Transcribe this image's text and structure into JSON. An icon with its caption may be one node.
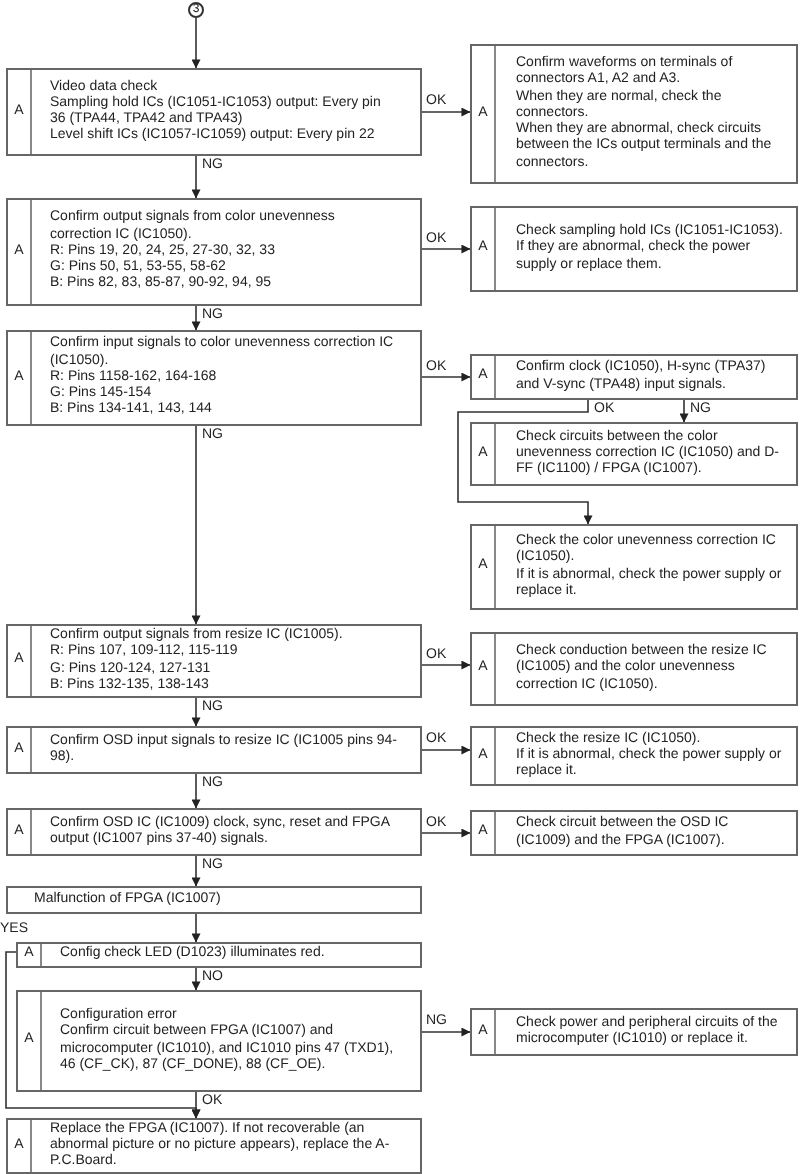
{
  "diagram": {
    "nodes": [
      {
        "text": [
          "3"
        ]
      },
      {
        "text": [
          "A",
          "Video data check",
          "Sampling hold ICs (IC1051-IC1053) output: Every pin 36 (TPA44, TPA42 and TPA43)",
          "Level shift ICs (IC1057-IC1059) output: Every pin 22"
        ]
      },
      {
        "text": [
          "A",
          "Confirm waveforms on terminals of connectors A1, A2 and A3.",
          "When they are normal, check the connectors.",
          "When they are abnormal, check circuits between the ICs output terminals and the connectors."
        ]
      },
      {
        "text": [
          "A",
          "Confirm output signals from color unevenness correction IC (IC1050).",
          "R: Pins 19, 20, 24, 25, 27-30, 32, 33",
          "G: Pins 50, 51, 53-55, 58-62",
          "B: Pins 82, 83, 85-87, 90-92, 94, 95"
        ]
      },
      {
        "text": [
          "A",
          "Check sampling hold ICs (IC1051-IC1053).",
          "If they are abnormal, check the power supply or replace them."
        ]
      },
      {
        "text": [
          "A",
          "Confirm input signals to color unevenness correction IC (IC1050).",
          "R: Pins 1158-162, 164-168",
          "G: Pins 145-154",
          "B: Pins 134-141, 143, 144"
        ]
      },
      {
        "text": [
          "A",
          "Confirm clock (IC1050), H-sync (TPA37) and V-sync (TPA48) input signals."
        ]
      },
      {
        "text": [
          "A",
          "Check circuits between the color unevenness correction IC (IC1050) and D-FF (IC1100) / FPGA (IC1007)."
        ]
      },
      {
        "text": [
          "A",
          "Check the color unevenness correction IC (IC1050).",
          "If it is abnormal, check the power supply or replace it."
        ]
      },
      {
        "text": [
          "A",
          "Confirm output signals from resize IC (IC1005).",
          "R: Pins 107, 109-112, 115-119",
          "G: Pins 120-124, 127-131",
          "B: Pins 132-135, 138-143"
        ]
      },
      {
        "text": [
          "A",
          "Check conduction between the resize IC (IC1005) and the color unevenness correction IC (IC1050)."
        ]
      },
      {
        "text": [
          "A",
          "Confirm OSD input signals to resize IC (IC1005 pins 94-98)."
        ]
      },
      {
        "text": [
          "A",
          "Check the resize IC (IC1050).",
          "If it is abnormal, check the power supply or replace it."
        ]
      },
      {
        "text": [
          "A",
          "Confirm OSD IC (IC1009) clock, sync, reset and FPGA output (IC1007 pins 37-40) signals."
        ]
      },
      {
        "text": [
          "A",
          "Check circuit between the OSD IC (IC1009) and the FPGA (IC1007)."
        ]
      },
      {
        "text": [
          "Malfunction of FPGA (IC1007)"
        ]
      },
      {
        "text": [
          "A",
          "Config check LED (D1023) illuminates red."
        ]
      },
      {
        "text": [
          "A",
          "Configuration error",
          "Confirm circuit between FPGA (IC1007) and microcomputer (IC1010), and IC1010 pins 47 (TXD1), 46 (CF_CK), 87 (CF_DONE), 88 (CF_OE)."
        ]
      },
      {
        "text": [
          "A",
          "Check power and peripheral circuits of the microcomputer (IC1010) or replace it."
        ]
      },
      {
        "text": [
          "A",
          "Replace the FPGA (IC1007). If not recoverable (an abnormal picture or no picture appears), replace the A-P.C.Board."
        ]
      }
    ],
    "edges": [
      {
        "from": 0,
        "to": 1,
        "arrow": "to"
      },
      {
        "from": 1,
        "to": 2,
        "arrow": "to",
        "label": "OK"
      },
      {
        "from": 1,
        "to": 3,
        "arrow": "to",
        "label": "NG"
      },
      {
        "from": 3,
        "to": 4,
        "arrow": "to",
        "label": "OK"
      },
      {
        "from": 3,
        "to": 5,
        "arrow": "to",
        "label": "NG"
      },
      {
        "from": 5,
        "to": 6,
        "arrow": "to",
        "label": "OK"
      },
      {
        "from": 6,
        "to": 8,
        "arrow": "to",
        "label": "OK"
      },
      {
        "from": 6,
        "to": 7,
        "arrow": "to",
        "label": "NG"
      },
      {
        "from": 5,
        "to": 9,
        "arrow": "to",
        "label": "NG"
      },
      {
        "from": 9,
        "to": 10,
        "arrow": "to",
        "label": "OK"
      },
      {
        "from": 9,
        "to": 11,
        "arrow": "to",
        "label": "NG"
      },
      {
        "from": 11,
        "to": 12,
        "arrow": "to",
        "label": "OK"
      },
      {
        "from": 11,
        "to": 13,
        "arrow": "to",
        "label": "NG"
      },
      {
        "from": 13,
        "to": 14,
        "arrow": "to",
        "label": "OK"
      },
      {
        "from": 13,
        "to": 15,
        "arrow": "to",
        "label": "NG"
      },
      {
        "from": 15,
        "to": 16,
        "arrow": "to"
      },
      {
        "from": 16,
        "to": 19,
        "arrow": "to",
        "label": "YES"
      },
      {
        "from": 16,
        "to": 17,
        "arrow": "to",
        "label": "NO"
      },
      {
        "from": 17,
        "to": 18,
        "arrow": "to",
        "label": "NG"
      },
      {
        "from": 17,
        "to": 19,
        "arrow": "to",
        "label": "OK"
      }
    ]
  }
}
